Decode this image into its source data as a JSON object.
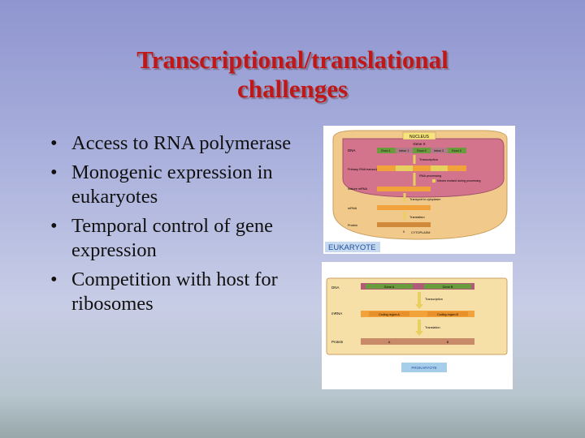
{
  "slide": {
    "title_line1": "Transcriptional/translational",
    "title_line2": "challenges",
    "bullets": [
      "Access to RNA polymerase",
      "Monogenic expression in eukaryotes",
      "Temporal control of gene expression",
      "Competition with host for ribosomes"
    ]
  },
  "figure_eukaryote": {
    "label": "EUKARYOTE",
    "nucleus": "NUCLEUS",
    "gene": "Gene X",
    "dna": "DNA",
    "exons": [
      "Exon 1",
      "Intron 1",
      "Exon 2",
      "Intron 2",
      "Exon 3"
    ],
    "transcription": "Transcription",
    "primary_rna": "Primary RNA transcript",
    "rna_processing": "RNA processing",
    "introns_excised": "Introns excised during processing",
    "mature_mrna": "Mature mRNA",
    "transport": "Transport to cytoplasm",
    "mrna": "mRNA",
    "translation": "Translation",
    "protein": "Protein",
    "protein_label": "X",
    "cytoplasm": "CYTOPLASM"
  },
  "figure_prokaryote": {
    "label": "PROKARYOTE",
    "dna": "DNA",
    "gene_a": "Gene A",
    "gene_b": "Gene B",
    "transcription": "Transcription",
    "mrna": "mRNA",
    "coding_a": "Coding region A",
    "coding_b": "Coding region B",
    "translation": "Translation",
    "protein": "Protein",
    "protein_a": "A",
    "protein_b": "B"
  }
}
